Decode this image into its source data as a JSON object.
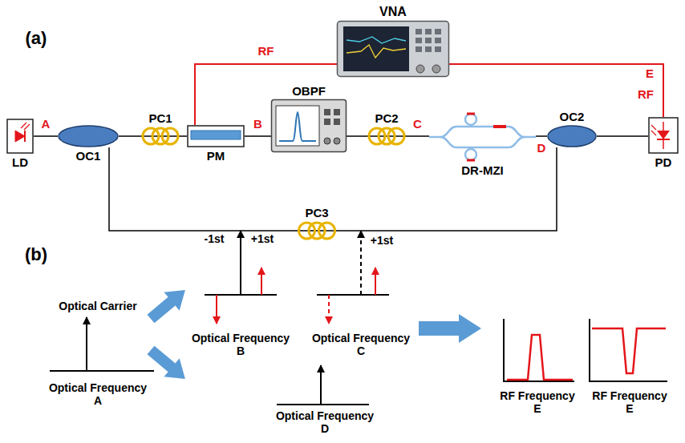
{
  "diagram": {
    "nodes": [
      {
        "text": [
          "LD"
        ]
      },
      {
        "text": [
          "OC1"
        ]
      },
      {
        "text": [
          "PC1"
        ]
      },
      {
        "text": [
          "PM"
        ]
      },
      {
        "text": [
          "OBPF"
        ]
      },
      {
        "text": [
          "PC2"
        ]
      },
      {
        "text": [
          "DR-MZI"
        ]
      },
      {
        "text": [
          "OC2"
        ]
      },
      {
        "text": [
          "PD"
        ]
      },
      {
        "text": [
          "VNA"
        ]
      },
      {
        "text": [
          "PC3"
        ]
      }
    ],
    "edges": [
      {
        "from": 0,
        "to": 1,
        "arrow": "none",
        "label": "A"
      },
      {
        "from": 1,
        "to": 2,
        "arrow": "none"
      },
      {
        "from": 2,
        "to": 3,
        "arrow": "none"
      },
      {
        "from": 3,
        "to": 4,
        "arrow": "none",
        "label": "B"
      },
      {
        "from": 4,
        "to": 5,
        "arrow": "none"
      },
      {
        "from": 5,
        "to": 6,
        "arrow": "none",
        "label": "C"
      },
      {
        "from": 6,
        "to": 7,
        "arrow": "none",
        "label": "D"
      },
      {
        "from": 1,
        "to": 10,
        "arrow": "none"
      },
      {
        "from": 10,
        "to": 7,
        "arrow": "none"
      },
      {
        "from": 7,
        "to": 8,
        "arrow": "none"
      },
      {
        "from": 8,
        "to": 9,
        "arrow": "none",
        "label": "RF"
      },
      {
        "from": 9,
        "to": 3,
        "arrow": "none",
        "label": "RF"
      }
    ],
    "labels": [
      "(a)",
      "E",
      "(b)",
      "Optical Carrier",
      "Optical Frequency A",
      "-1st",
      "+1st",
      "Optical Frequency B",
      "+1st",
      "Optical Frequency C",
      "Optical Frequency D",
      "RF Frequency E",
      "RF Frequency E"
    ]
  }
}
